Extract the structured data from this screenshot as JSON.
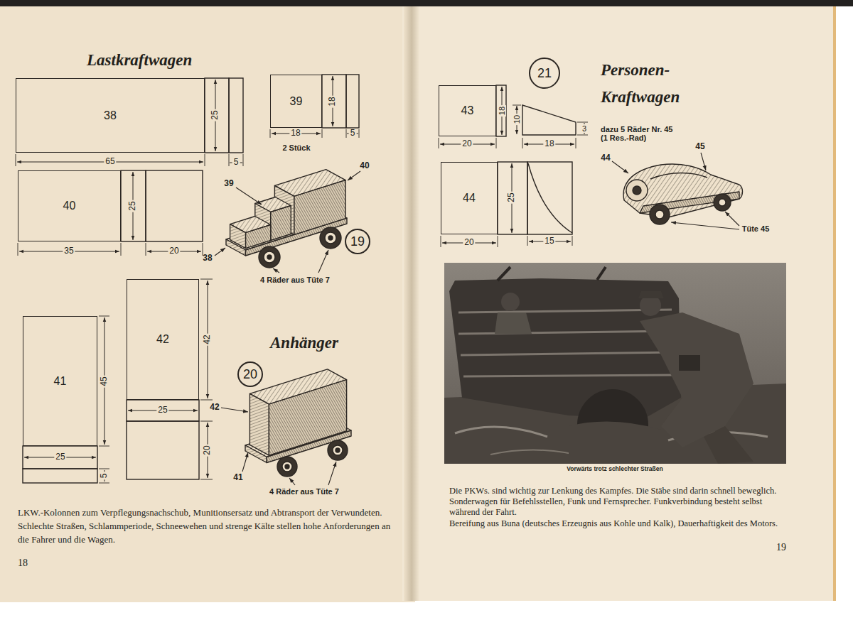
{
  "diagram": {
    "caption": "Vorwärts trotz schlechter Straßen",
    "nodes": [
      {
        "text": [
          "38"
        ]
      },
      {
        "text": [
          "39"
        ]
      },
      {
        "text": [
          "40"
        ]
      },
      {
        "text": [
          "19"
        ]
      },
      {
        "text": [
          "41"
        ]
      },
      {
        "text": [
          "42"
        ]
      },
      {
        "text": [
          "20"
        ]
      },
      {
        "text": [
          "21"
        ]
      },
      {
        "text": [
          "43"
        ]
      },
      {
        "text": [
          "44"
        ]
      }
    ],
    "labels": [
      "Lastkraftwagen",
      "25",
      "5",
      "65",
      "18",
      "18",
      "5",
      "2 Stück",
      "25",
      "35",
      "20",
      "39",
      "40",
      "38",
      "4 Räder aus Tüte 7",
      "45",
      "25",
      "5",
      "42",
      "25",
      "20",
      "Anhänger",
      "42",
      "41",
      "4 Räder aus Tüte 7",
      "LKW.-Kolonnen zum Verpflegungsnachschub, Munitionsersatz und Abtransport der Verwundeten. Schlechte Straßen, Schlammperiode, Schneewehen und strenge Kälte stellen hohe Anforderungen an die Fahrer und die Wagen.",
      "18",
      "Personen- Kraftwagen",
      "18",
      "10",
      "3",
      "20",
      "18",
      "dazu 5 Räder Nr. 45 (1 Res.-Rad)",
      "25",
      "20",
      "15",
      "44",
      "45",
      "Tüte 45",
      "Die PKWs. sind wichtig zur Lenkung des Kampfes. Die Stäbe sind darin schnell beweglich. Sonderwagen für Befehlsstellen, Funk und Fernsprecher. Funkverbindung besteht selbst während der Fahrt.",
      "Bereifung aus Buna (deutsches Erzeugnis aus Kohle und Kalk), Dauerhaftigkeit des Motors.",
      "19"
    ]
  }
}
